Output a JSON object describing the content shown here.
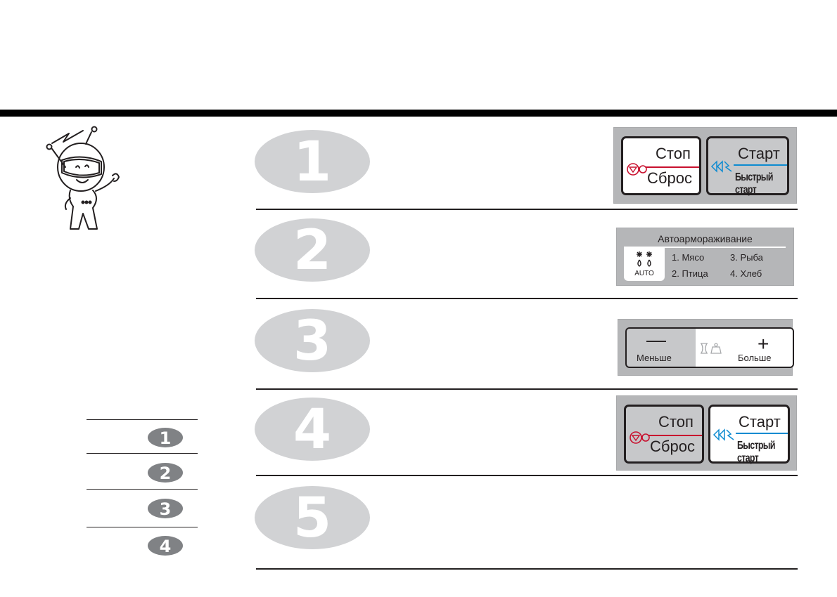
{
  "steps": [
    {
      "numeral": "1"
    },
    {
      "numeral": "2"
    },
    {
      "numeral": "3"
    },
    {
      "numeral": "4"
    },
    {
      "numeral": "5"
    }
  ],
  "mini_steps": [
    "1",
    "2",
    "3",
    "4"
  ],
  "stop_key": {
    "top": "Стоп",
    "bottom": "Сброс"
  },
  "start_key": {
    "top": "Старт",
    "bottom": "Быстрый старт"
  },
  "defrost_panel": {
    "title": "Автоармораживание",
    "button_label": "AUTO",
    "items": [
      "1. Мясо",
      "3. Рыба",
      "2. Птица",
      "4. Хлеб"
    ]
  },
  "time_panel": {
    "minus_sign": "—",
    "minus_label": "Меньше",
    "plus_sign": "+",
    "plus_label": "Больше"
  },
  "colors": {
    "step_oval": "#d1d2d4",
    "mini_oval": "#808285",
    "panel_bg": "#b5b6b8",
    "stop_accent": "#c8102e",
    "start_accent": "#0d8bd1"
  }
}
